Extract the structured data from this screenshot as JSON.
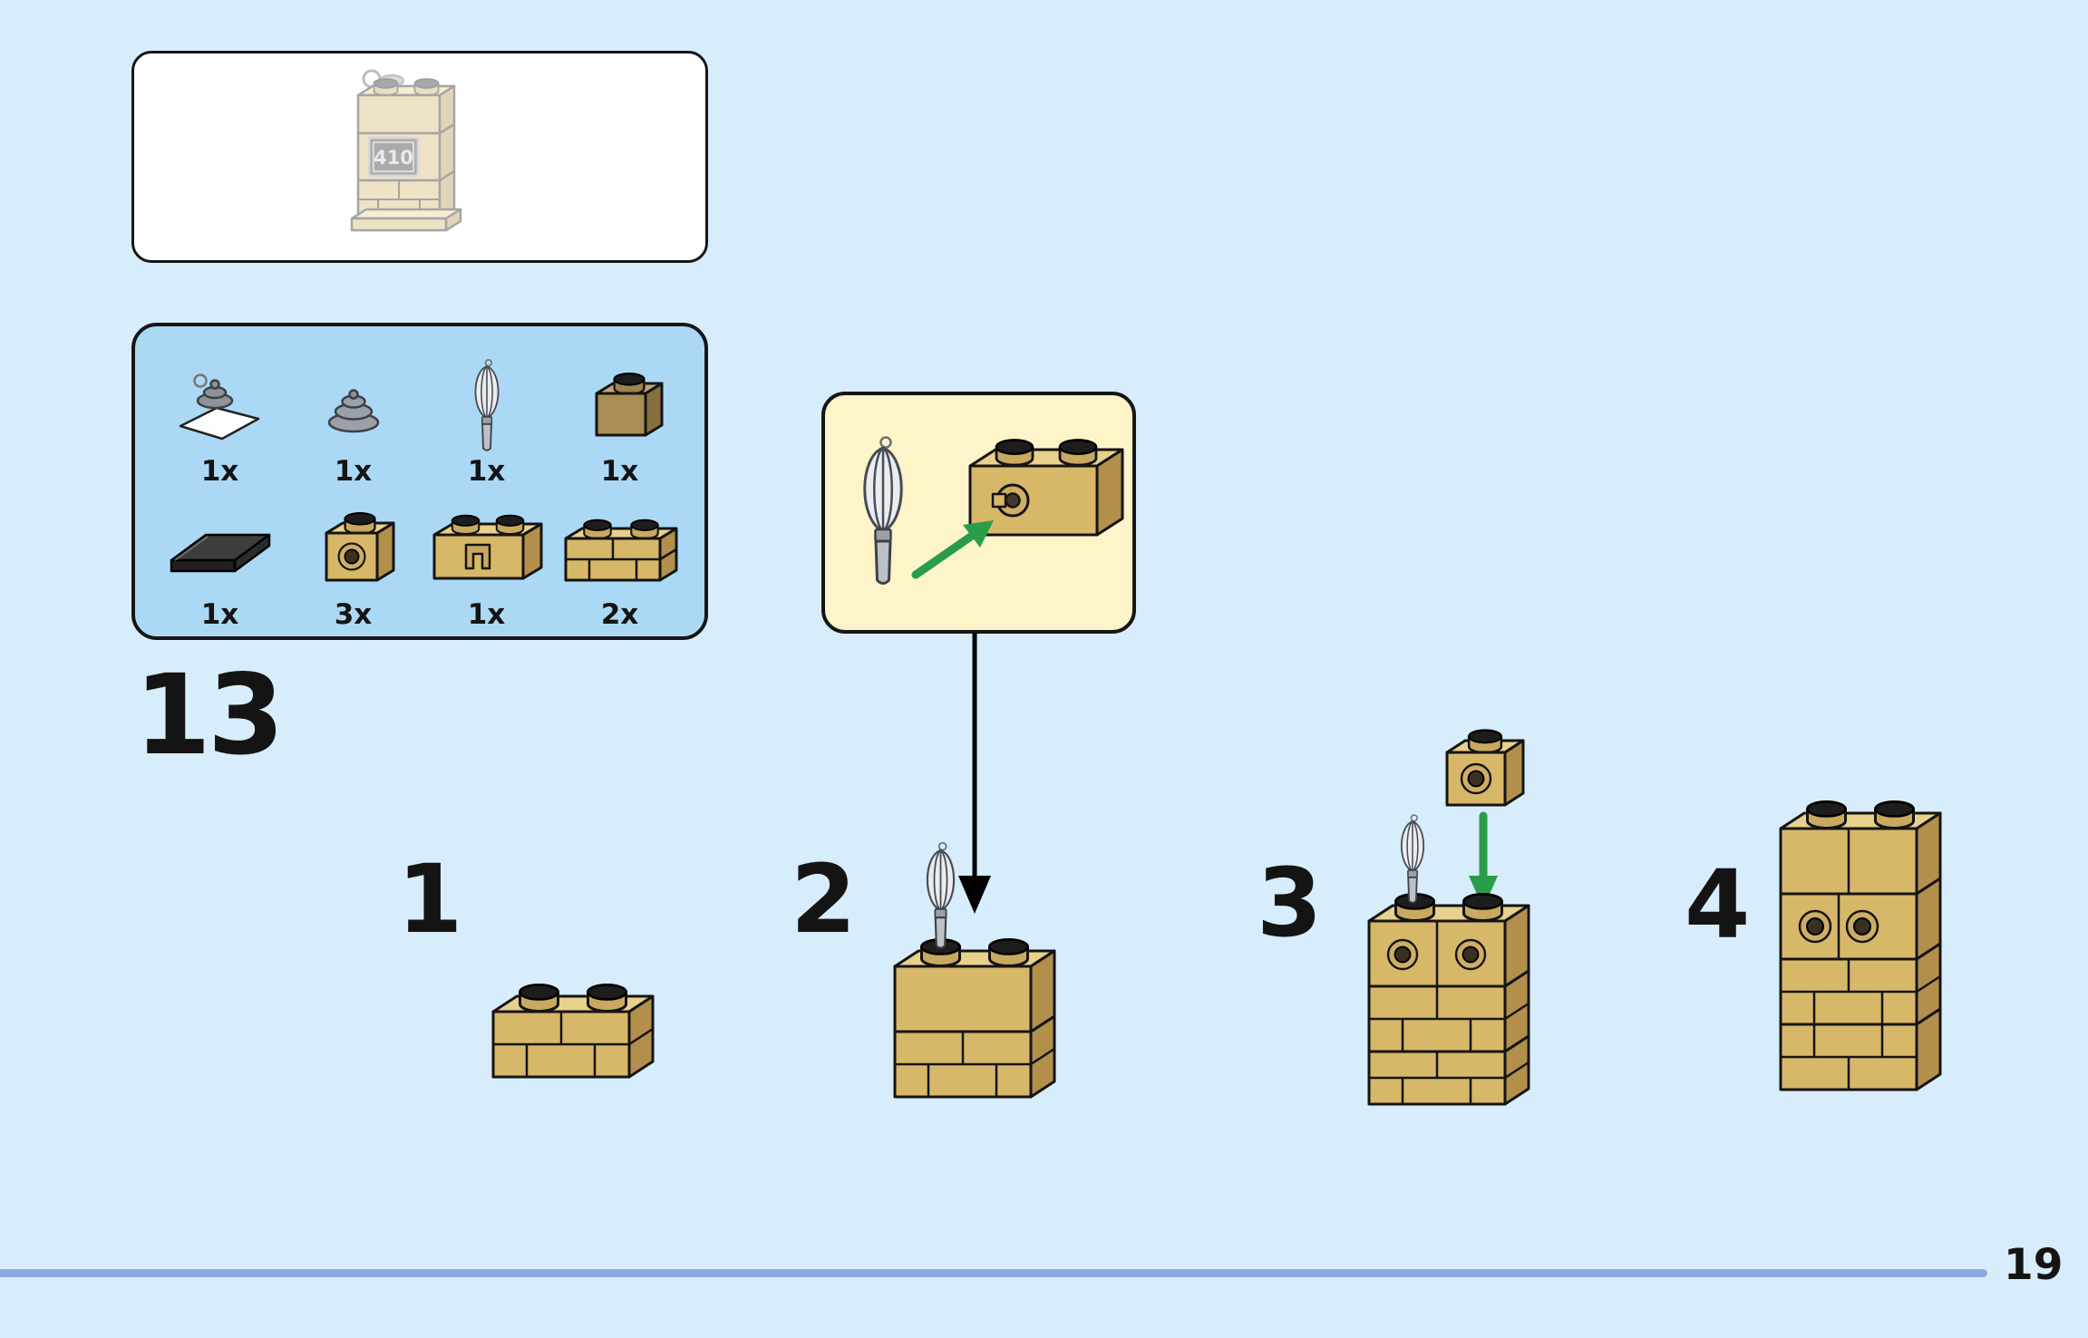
{
  "page": {
    "step_number": "13",
    "page_number": "19"
  },
  "preview": {
    "sign_text": "410"
  },
  "parts_box": {
    "items": [
      {
        "name": "cream-swirl-on-tile",
        "count": "1x"
      },
      {
        "name": "swirl-plate",
        "count": "1x"
      },
      {
        "name": "whisk",
        "count": "1x"
      },
      {
        "name": "brick-1x1-dark-tan",
        "count": "1x"
      },
      {
        "name": "tile-2x2-black",
        "count": "1x"
      },
      {
        "name": "brick-1x1-side-stud",
        "count": "3x"
      },
      {
        "name": "brick-1x2-clip",
        "count": "1x"
      },
      {
        "name": "brick-1x2-masonry",
        "count": "2x"
      }
    ]
  },
  "substeps": [
    {
      "label": "1"
    },
    {
      "label": "2"
    },
    {
      "label": "3"
    },
    {
      "label": "4"
    }
  ],
  "colors": {
    "background": "#d8edfb",
    "parts_box_fill": "#abd9f5",
    "callout_fill": "#fdf4ca",
    "brick_tan_front": "#d7b869",
    "brick_tan_top": "#e8d18c",
    "brick_tan_side": "#b2904b",
    "brick_dark_tan": "#a98e55",
    "arrow_green": "#2a9d4a",
    "arrow_black": "#000000",
    "divider_blue": "#8ea9db"
  }
}
